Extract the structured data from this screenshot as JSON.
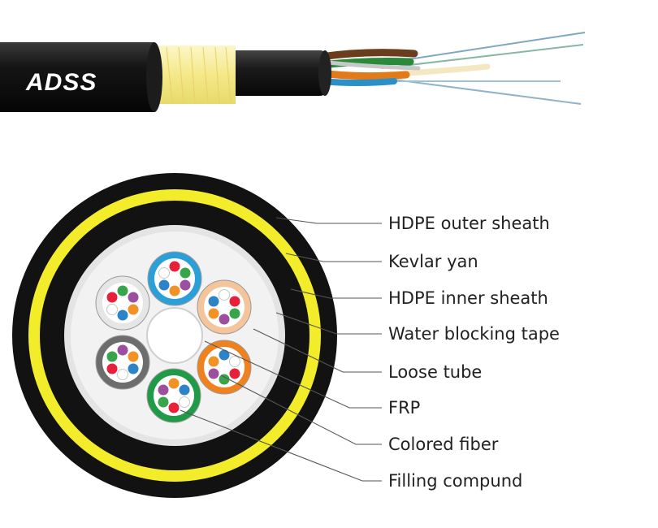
{
  "cable_brand": "ADSS",
  "colors": {
    "jacket": "#121212",
    "kevlar": "#f2ec2a",
    "yarn": "#f7efa6",
    "tape": "#e4e4e4",
    "filling": "#f1f1f1",
    "leader": "#555555"
  },
  "labels": [
    "HDPE outer sheath",
    "Kevlar yan",
    "HDPE inner sheath",
    "Water blocking tape",
    "Loose tube",
    "FRP",
    "Colored fiber",
    "Filling compund"
  ],
  "tube_colors": [
    "#2b9fd8",
    "#f4c49a",
    "#f0821e",
    "#1f9a46",
    "#6d6d6d",
    "#e6e6e6"
  ],
  "fiber_colors": [
    "#e8213a",
    "#37a64a",
    "#9c4f9f",
    "#f29225",
    "#2c83c8",
    "#ffffff"
  ]
}
